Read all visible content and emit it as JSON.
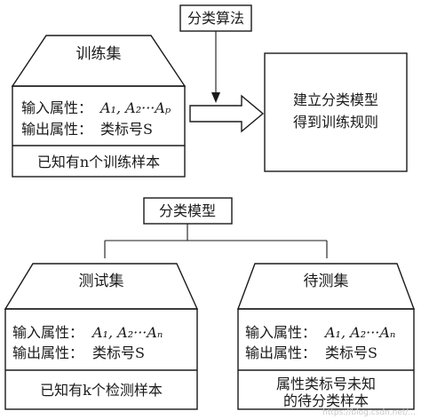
{
  "top_box": "分类算法",
  "right_box": {
    "line1": "建立分类模型",
    "line2": "得到训练规则"
  },
  "model_box": "分类模型",
  "train": {
    "header": "训练集",
    "in_prefix": "输入属性：",
    "in_attrs": "A₁, A₂···Aₚ",
    "out_prefix": "输出属性：",
    "out_attr": "类标号S",
    "footer": "已知有n个训练样本"
  },
  "test": {
    "header": "测试集",
    "in_prefix": "输入属性：",
    "in_attrs": "A₁, A₂···Aₙ",
    "out_prefix": "输出属性：",
    "out_attr": "类标号S",
    "footer": "已知有k个检测样本"
  },
  "wait": {
    "header": "待测集",
    "in_prefix": "输入属性：",
    "in_attrs": "A₁, A₂···Aₙ",
    "out_prefix": "输出属性：",
    "out_attr": "类标号S",
    "footer_line1": "属性类标号未知",
    "footer_line2": "的待分类样本"
  },
  "watermark": "https://blog.csdn.net/..."
}
